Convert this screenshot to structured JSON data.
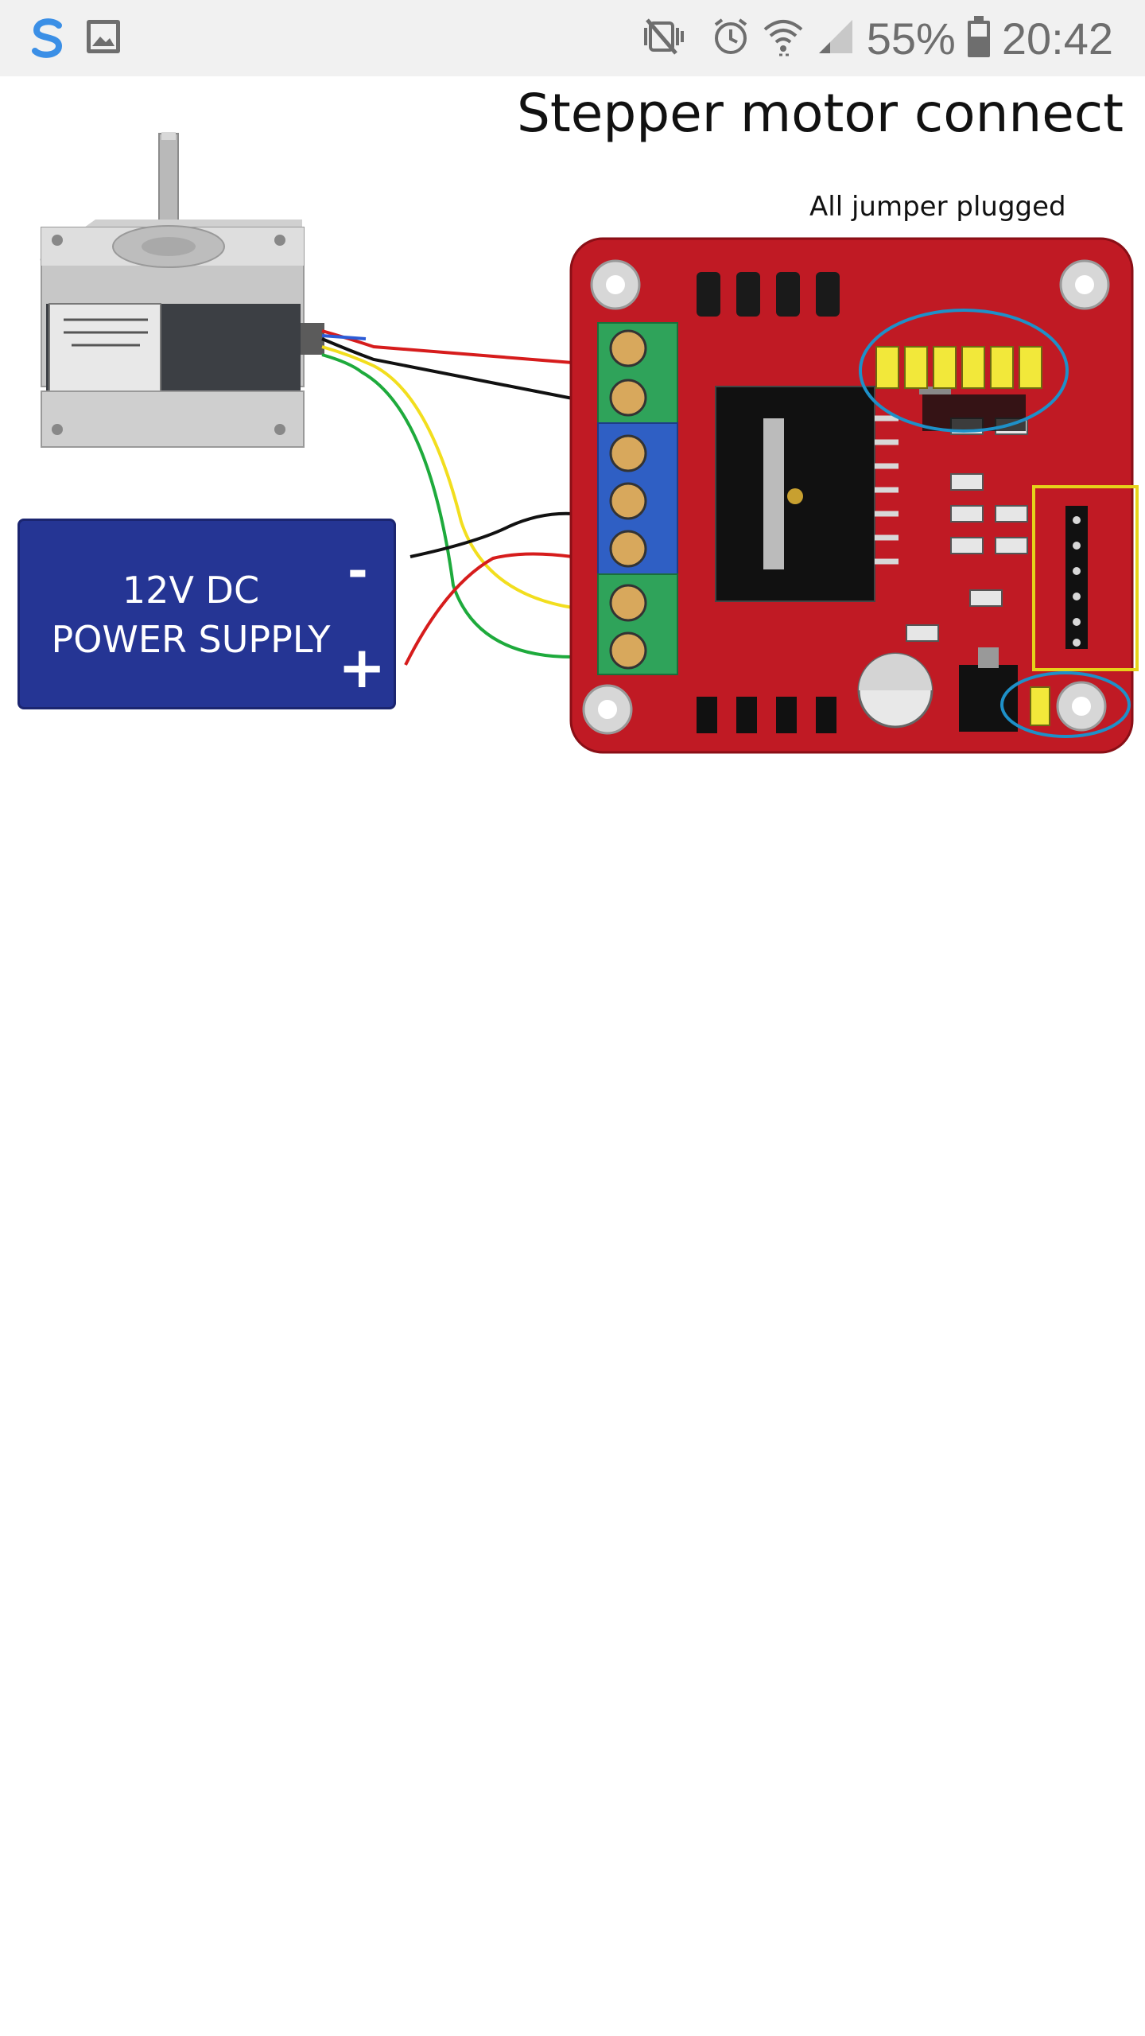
{
  "status_bar": {
    "battery_percent": "55%",
    "time": "20:42",
    "left_icons": [
      "swiftkey-icon",
      "image-icon"
    ],
    "right_icons": [
      "mute-icon",
      "alarm-icon",
      "wifi-icon",
      "signal-icon",
      "battery-icon"
    ]
  },
  "diagram": {
    "title": "Stepper motor connect",
    "jumper_caption": "All jumper plugged",
    "power_supply": {
      "line1": "12V DC",
      "line2": "POWER SUPPLY",
      "minus": "-",
      "plus": "+"
    },
    "colors": {
      "psu": "#253594",
      "board": "#c01a24",
      "highlight_blue": "#1e90c8",
      "highlight_yellow": "#e6d21a"
    }
  }
}
